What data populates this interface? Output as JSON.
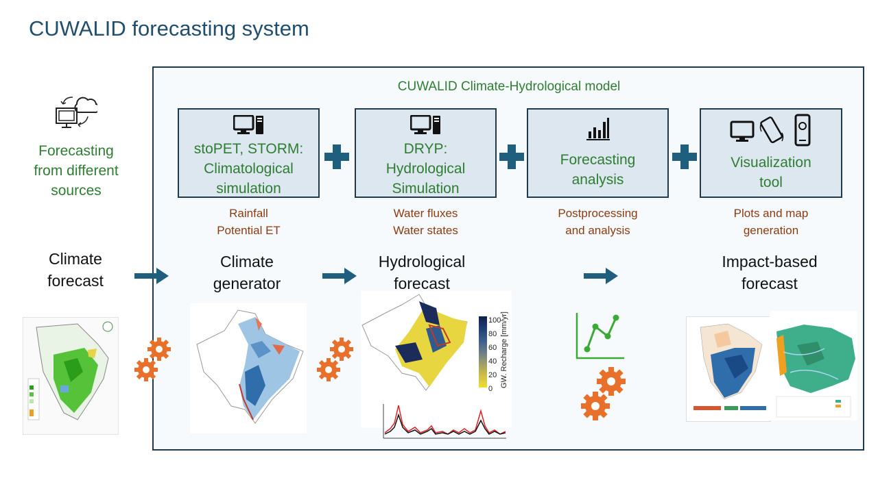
{
  "title": "CUWALID forecasting system",
  "sources": {
    "label": "Forecasting\nfrom different\nsources",
    "icon": "cloud-computer-sync-icon"
  },
  "model": {
    "title": "CUWALID Climate-Hydrological model",
    "modules": [
      {
        "label": "stoPET, STORM:\nClimatological\nsimulation",
        "icon": "desktop-computer-icon",
        "output": "Rainfall\nPotential ET"
      },
      {
        "label": "DRYP:\nHydrological\nSimulation",
        "icon": "desktop-computer-icon",
        "output": "Water fluxes\nWater states"
      },
      {
        "label": "Forecasting\nanalysis",
        "icon": "bar-chart-icon",
        "output": "Postprocessing\nand analysis"
      },
      {
        "label": "Visualization\ntool",
        "icon": "devices-icon",
        "output": "Plots and map\ngeneration"
      }
    ]
  },
  "stages": {
    "climate_forecast": "Climate\nforecast",
    "climate_generator": "Climate\ngenerator",
    "hydrological_forecast": "Hydrological\nforecast",
    "impact_forecast": "Impact-based\nforecast"
  },
  "colorbar": {
    "label": "GW. Recharge [mm/yr]",
    "ticks": [
      "100",
      "80",
      "60",
      "40",
      "20",
      "0"
    ]
  },
  "colors": {
    "title": "#1f4e6e",
    "green": "#2e7d32",
    "brown": "#8a3b12",
    "navy_arrow": "#1f5f7d",
    "gear": "#e8702a"
  }
}
